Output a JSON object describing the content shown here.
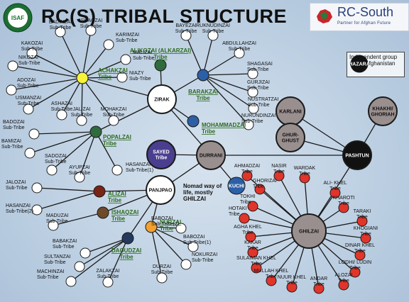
{
  "title": "RC(S) TRIBAL STUCTURE",
  "logos": {
    "isaf": "ISAF",
    "rc_south": "RC-South",
    "tagline": "Partner for Afghan Future"
  },
  "legend": {
    "hazara": "HAZARA",
    "text": "Independent group within Afghanistan"
  },
  "nomad_note": "Nomad way of life, mostly GHILZAI",
  "colors": {
    "white": "#ffffff",
    "yellow": "#f7f23a",
    "green": "#2f6b3d",
    "blue": "#2c5fa6",
    "purple": "#4a3e8f",
    "grey": "#9a8f8f",
    "black": "#111111",
    "red": "#e0352b",
    "maroon": "#7a2416",
    "brown": "#6e4a2a",
    "orange": "#f2a032",
    "navy": "#233a5e"
  },
  "nodes": [
    {
      "id": "zirak",
      "text": "ZIRAK",
      "color": "white",
      "size": "hub"
    },
    {
      "id": "panjpao",
      "text": "PANJPAO",
      "color": "white",
      "size": "hub"
    },
    {
      "id": "durrani",
      "text": "DURRANI",
      "color": "grey",
      "size": "hub"
    },
    {
      "id": "pashtun",
      "text": "PASHTUN",
      "color": "black",
      "size": "hub"
    },
    {
      "id": "ghilzai",
      "text": "GHILZAI",
      "color": "grey",
      "size": "big"
    },
    {
      "id": "karlani",
      "text": "KARLANI",
      "color": "grey",
      "size": "hub"
    },
    {
      "id": "khakhi",
      "text": "KHAKHI/ GHORIAH",
      "color": "grey",
      "size": "hub"
    },
    {
      "id": "ghurghust",
      "text": "GHUR- GHUST",
      "color": "grey",
      "size": "hub"
    },
    {
      "id": "sayed",
      "text": "SAYED Tribe",
      "color": "purple",
      "size": "hub"
    },
    {
      "id": "kuchi",
      "text": "KUCHI",
      "color": "blue",
      "size": "mid"
    },
    {
      "id": "hazara",
      "text": "HAZARA",
      "color": "black",
      "size": "mid"
    },
    {
      "id": "achakzai",
      "text": "ACHAKZAI Tribe",
      "color": "yellow",
      "size": "tribe"
    },
    {
      "id": "alikozai",
      "text": "ALIKOZAI (ALKARZAI) Tribe",
      "color": "green",
      "size": "tribe"
    },
    {
      "id": "barakzai",
      "text": "BARAKZAI Tribe",
      "color": "blue",
      "size": "tribe"
    },
    {
      "id": "mohammadzai",
      "text": "MOHAMMADZAI Tribe",
      "color": "blue",
      "size": "tribe"
    },
    {
      "id": "popalzai",
      "text": "POPALZAI Tribe",
      "color": "green",
      "size": "tribe"
    },
    {
      "id": "alizai",
      "text": "ALIZAI Tribe",
      "color": "maroon",
      "size": "tribe"
    },
    {
      "id": "ishaqzai",
      "text": "ISHAQZAI Tribe",
      "color": "brown",
      "size": "tribe"
    },
    {
      "id": "nurzai",
      "text": "NURZAI Tribe",
      "color": "orange",
      "size": "tribe"
    },
    {
      "id": "daoudzai",
      "text": "DAOUDZAI Tribe",
      "color": "navy",
      "size": "tribe"
    },
    {
      "id": "badinzai",
      "text": "BADINZAI Sub-Tribe",
      "parent": "achakzai"
    },
    {
      "id": "ishaqzai_s",
      "text": "ISHAQZAI Sub-Tribe",
      "parent": "achakzai"
    },
    {
      "id": "karimzai",
      "text": "KARIMZAI Sub-Tribe",
      "parent": "achakzai"
    },
    {
      "id": "kakozai",
      "text": "KAKOZAI Sub-Tribe",
      "parent": "achakzai"
    },
    {
      "id": "malizai",
      "text": "MALIZAI Sub-Tribe",
      "parent": "achakzai"
    },
    {
      "id": "nikozai",
      "text": "NIKOZAI Sub-Tribe",
      "parent": "achakzai"
    },
    {
      "id": "niazy",
      "text": "NIAZY Sub-Tribe",
      "parent": "achakzai"
    },
    {
      "id": "adozai",
      "text": "ADOZAI Sub-Tribe",
      "parent": "achakzai"
    },
    {
      "id": "usmanzai",
      "text": "USMANZAI Sub-Tribe",
      "parent": "achakzai"
    },
    {
      "id": "ashazai",
      "text": "ASHAZAI Sub-Tribe",
      "parent": "achakzai"
    },
    {
      "id": "jalizai",
      "text": "JALIZAI Sub-Tribe",
      "parent": "achakzai"
    },
    {
      "id": "mohakzai",
      "text": "MOHAKZAI Sub-Tribe",
      "parent": "achakzai"
    },
    {
      "id": "bayezai",
      "text": "BAYEZAI Sub-Tribe",
      "parent": "barakzai"
    },
    {
      "id": "ruknudinzai",
      "text": "RUKNUDINZAI Sub-Tribe",
      "parent": "barakzai"
    },
    {
      "id": "abdullahzai",
      "text": "ABDULLAHZAI Sub-Tribe",
      "parent": "barakzai"
    },
    {
      "id": "shagasai",
      "text": "SHAGASAI Sub-Tribe",
      "parent": "barakzai"
    },
    {
      "id": "gurjizai",
      "text": "GURJIZAI Sub-Tribe",
      "parent": "barakzai"
    },
    {
      "id": "nustratzai",
      "text": "NUSTRATZAI Sub-Tribe",
      "parent": "barakzai"
    },
    {
      "id": "nurundinzai",
      "text": "NURUNDINZAI Sub-Tribe",
      "parent": "barakzai"
    },
    {
      "id": "badozai",
      "text": "BADOZAI Sub-Tribe",
      "parent": "popalzai"
    },
    {
      "id": "bamizai",
      "text": "BAMIZAI Sub-Tribe",
      "parent": "popalzai"
    },
    {
      "id": "sadozai",
      "text": "SADOZAI Sub-Tribe",
      "parent": "popalzai"
    },
    {
      "id": "ayupzai",
      "text": "AYUPZAI Sub-Tribe",
      "parent": "popalzai"
    },
    {
      "id": "hasanzai1",
      "text": "HASANZAI Sub-Tribe(1)",
      "parent": "popalzai"
    },
    {
      "id": "jalozai",
      "text": "JALOZAI Sub-Tribe",
      "parent": "alizai"
    },
    {
      "id": "hasanzai2",
      "text": "HASANZAI Sub-Tribe(2)",
      "parent": "alizai"
    },
    {
      "id": "maduzai",
      "text": "MADUZAI Sub-Tribe",
      "parent": "ishaqzai"
    },
    {
      "id": "babakzai",
      "text": "BABAKZAI Sub-Tribe",
      "parent": "daoudzai"
    },
    {
      "id": "sultanzai",
      "text": "SULTANZAI Sub-Tribe",
      "parent": "daoudzai"
    },
    {
      "id": "machinzai",
      "text": "MACHINZAI Sub-Tribe",
      "parent": "daoudzai"
    },
    {
      "id": "zalakzai",
      "text": "ZALAKZAI Sub-Tribe",
      "parent": "daoudzai"
    },
    {
      "id": "durzai",
      "text": "DURZAI Sub-Tribe",
      "parent": "nurzai"
    },
    {
      "id": "nokurzai",
      "text": "NOKURZAI Sub-Tribe",
      "parent": "nurzai"
    },
    {
      "id": "babozai1",
      "text": "BABOZAI Sub-Tribe(1)",
      "parent": "nurzai"
    },
    {
      "id": "babozai2",
      "text": "BABOZAI Sub-Tribe(2)",
      "parent": "nurzai"
    },
    {
      "id": "ahmadzai",
      "text": "AHMADZAI Tribe",
      "parent": "ghilzai"
    },
    {
      "id": "nasir",
      "text": "NASIR Tribe",
      "parent": "ghilzai"
    },
    {
      "id": "wardak",
      "text": "WARDAK Tribe",
      "parent": "ghilzai"
    },
    {
      "id": "ghorizai",
      "text": "GHORIZAI Tribe",
      "parent": "ghilzai"
    },
    {
      "id": "alikhel",
      "text": "ALI- KHEL Tribe",
      "parent": "ghilzai"
    },
    {
      "id": "kharoti",
      "text": "KHAROTI Tribe",
      "parent": "ghilzai"
    },
    {
      "id": "taraki",
      "text": "TARAKI Tribe",
      "parent": "ghilzai"
    },
    {
      "id": "khogiani",
      "text": "KHOGIANI Tribe",
      "parent": "ghilzai"
    },
    {
      "id": "dinarkhel",
      "text": "DINAR KHEL Tribe",
      "parent": "ghilzai"
    },
    {
      "id": "lodhi",
      "text": "LODHI/ LUDIN Tribe",
      "parent": "ghilzai"
    },
    {
      "id": "alozai",
      "text": "ALOZAI Tribe",
      "parent": "ghilzai"
    },
    {
      "id": "andar",
      "text": "ANDAR Tribe",
      "parent": "ghilzai"
    },
    {
      "id": "nuurkhel",
      "text": "NUUR KHEL Tribe",
      "parent": "ghilzai"
    },
    {
      "id": "mullahkhel",
      "text": "MULLAH KHEL Tribe",
      "parent": "ghilzai"
    },
    {
      "id": "sulaimankhel",
      "text": "SULAIMAN KHEL Tribe",
      "parent": "ghilzai"
    },
    {
      "id": "kakar",
      "text": "KAKAR Tribe",
      "parent": "ghilzai"
    },
    {
      "id": "aghakhel",
      "text": "AGHA KHEL Tribe",
      "parent": "ghilzai"
    },
    {
      "id": "hotaki",
      "text": "HOTAKI Tribe",
      "parent": "ghilzai"
    },
    {
      "id": "tokhi",
      "text": "TOKHI Tribe",
      "parent": "ghilzai"
    }
  ],
  "links": [
    [
      "zirak",
      "durrani"
    ],
    [
      "panjpao",
      "durrani"
    ],
    [
      "durrani",
      "pashtun"
    ],
    [
      "ghilzai",
      "pashtun"
    ],
    [
      "karlani",
      "pashtun"
    ],
    [
      "khakhi",
      "pashtun"
    ],
    [
      "ghurghust",
      "pashtun"
    ],
    [
      "sayed",
      "durrani"
    ],
    [
      "kuchi",
      "durrani"
    ],
    [
      "achakzai",
      "zirak"
    ],
    [
      "alikozai",
      "zirak"
    ],
    [
      "barakzai",
      "zirak"
    ],
    [
      "mohammadzai",
      "zirak"
    ],
    [
      "popalzai",
      "zirak"
    ],
    [
      "alizai",
      "panjpao"
    ],
    [
      "ishaqzai",
      "panjpao"
    ],
    [
      "nurzai",
      "panjpao"
    ],
    [
      "daoudzai",
      "panjpao"
    ]
  ]
}
